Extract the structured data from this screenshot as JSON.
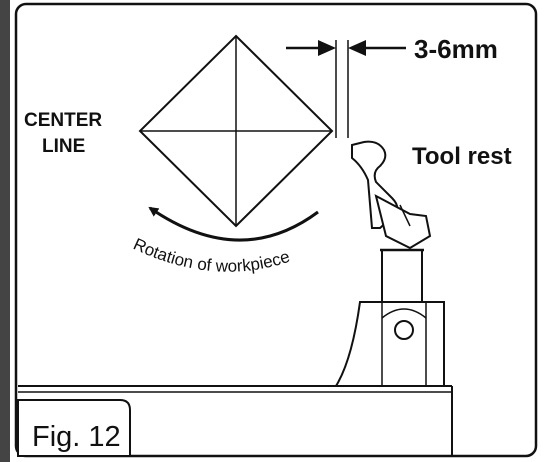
{
  "figure": {
    "label": "Fig. 12",
    "center_line_label": [
      "CENTER",
      "LINE"
    ],
    "gap_label": "3-6mm",
    "tool_rest_label": "Tool rest",
    "rotation_label": "Rotation of workpiece"
  }
}
